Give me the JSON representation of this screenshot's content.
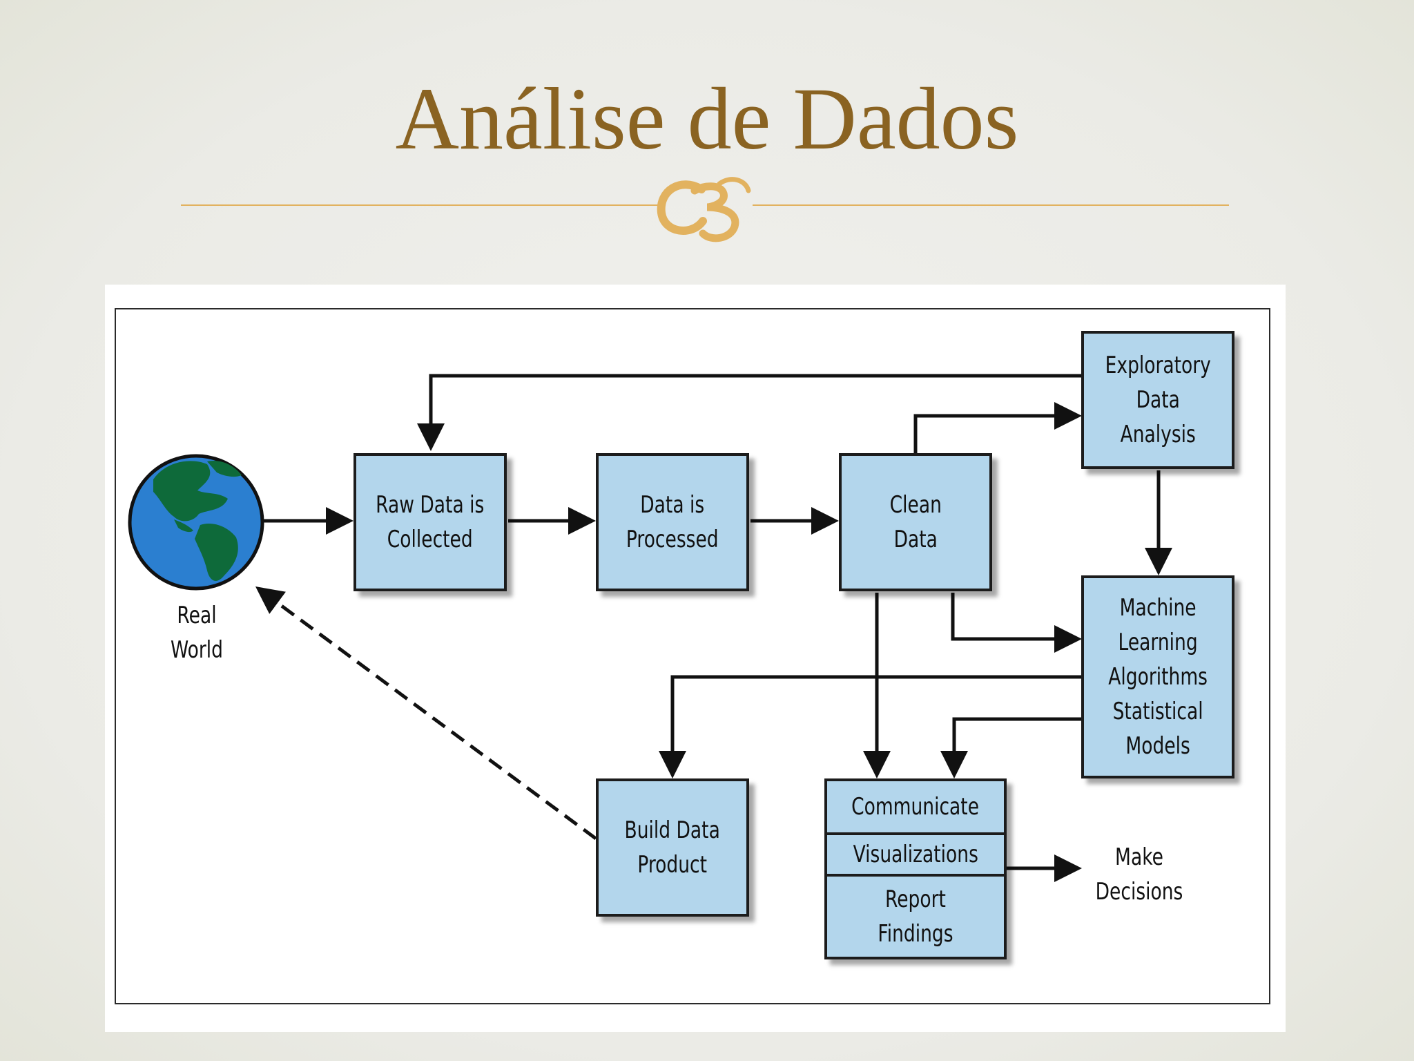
{
  "slide": {
    "title": "Análise de Dados"
  },
  "diagram": {
    "real_world": "Real\nWorld",
    "raw_data": "Raw Data is\nCollected",
    "processed": "Data is\nProcessed",
    "clean_data": "Clean\nData",
    "eda": "Exploratory\nData\nAnalysis",
    "ml": "Machine\nLearning\nAlgorithms\nStatistical\nModels",
    "build_product": "Build Data\nProduct",
    "communicate": "Communicate",
    "visualizations": "Visualizations",
    "report": "Report\nFindings",
    "decisions": "Make\nDecisions"
  },
  "colors": {
    "title": "#8a6322",
    "ornament": "#e2b25f",
    "box_fill": "#b3d6ec",
    "ocean": "#2b7fd0",
    "land": "#0e6a3a"
  }
}
